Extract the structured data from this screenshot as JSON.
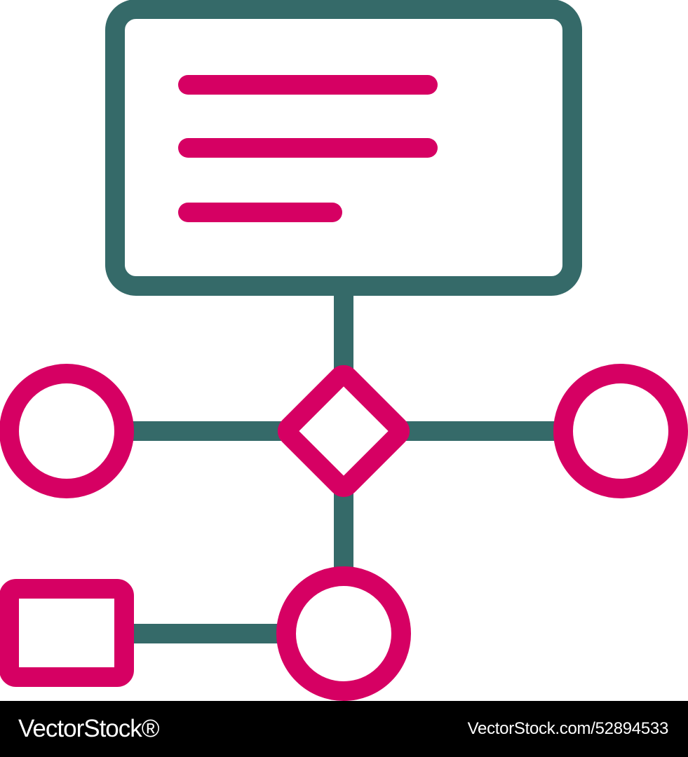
{
  "colors": {
    "frame": "#356a69",
    "accent": "#d60063",
    "background": "#ffffff",
    "footer_bg": "#000000",
    "footer_text": "#ffffff"
  },
  "diagram": {
    "nodes": [
      {
        "id": "document-box",
        "shape": "rounded-rectangle",
        "icon": "text-lines"
      },
      {
        "id": "decision",
        "shape": "diamond"
      },
      {
        "id": "left-node",
        "shape": "circle"
      },
      {
        "id": "right-node",
        "shape": "circle"
      },
      {
        "id": "bottom-node",
        "shape": "circle"
      },
      {
        "id": "bottom-left-node",
        "shape": "square"
      }
    ],
    "edges": [
      {
        "from": "document-box",
        "to": "decision"
      },
      {
        "from": "left-node",
        "to": "decision"
      },
      {
        "from": "decision",
        "to": "right-node"
      },
      {
        "from": "decision",
        "to": "bottom-node"
      },
      {
        "from": "bottom-left-node",
        "to": "bottom-node"
      }
    ]
  },
  "footer": {
    "brand": "VectorStock®",
    "image_id": "VectorStock.com/52894533"
  }
}
